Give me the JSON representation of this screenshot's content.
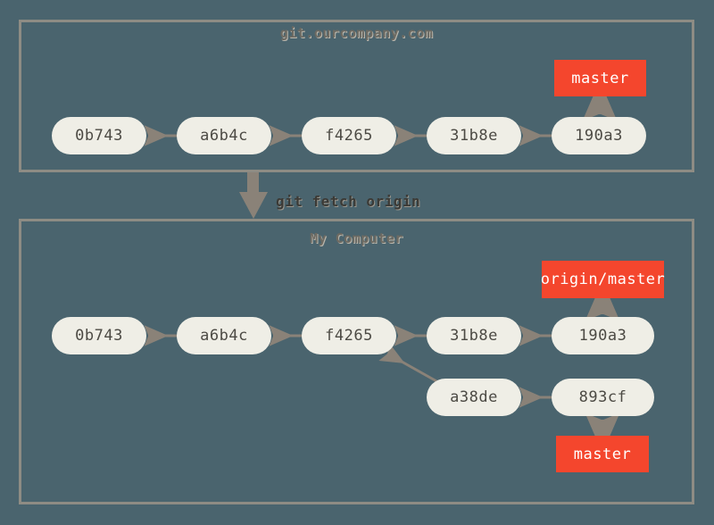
{
  "diagram": {
    "title": "git fetch origin data flow",
    "background_color": "#4a646e",
    "panel_border_color": "#8e8c84",
    "commit_node_color": "#efeee6",
    "commit_text_color": "#4c4a44",
    "ref_label_color": "#f4462d",
    "ref_label_text_color": "#ffffff",
    "arrow_color": "#8a8278",
    "title_text_color": "#6d6a62"
  },
  "remote_panel": {
    "title": "git.ourcompany.com",
    "commits": [
      {
        "id": "0b743"
      },
      {
        "id": "a6b4c"
      },
      {
        "id": "f4265"
      },
      {
        "id": "31b8e"
      },
      {
        "id": "190a3"
      }
    ],
    "refs": [
      {
        "name": "master",
        "points_to": "190a3"
      }
    ]
  },
  "operation": {
    "command": "git fetch origin"
  },
  "local_panel": {
    "title": "My Computer",
    "commits": [
      {
        "id": "0b743"
      },
      {
        "id": "a6b4c"
      },
      {
        "id": "f4265"
      },
      {
        "id": "31b8e"
      },
      {
        "id": "190a3"
      },
      {
        "id": "a38de"
      },
      {
        "id": "893cf"
      }
    ],
    "refs": [
      {
        "name": "origin/master",
        "points_to": "190a3"
      },
      {
        "name": "master",
        "points_to": "893cf"
      }
    ]
  }
}
